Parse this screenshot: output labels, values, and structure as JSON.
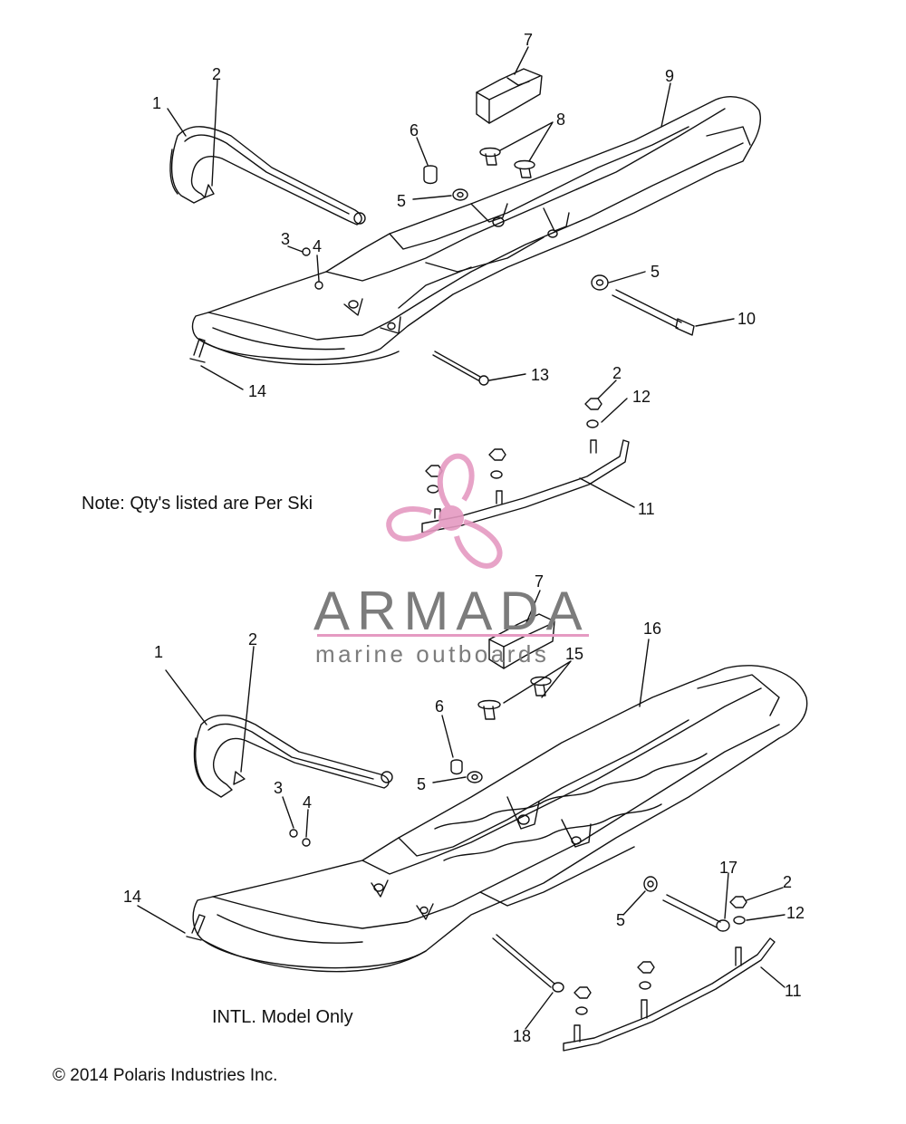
{
  "colors": {
    "line": "#111111",
    "logo_pink": "#e59ac2",
    "logo_gray": "#7c7c7c"
  },
  "notes": {
    "qty_note": "Note: Qty's listed are Per Ski",
    "intl_note": "INTL. Model Only",
    "copyright": "© 2014 Polaris Industries Inc."
  },
  "watermark": {
    "brand": "ARMADA",
    "tagline": "marine outboards"
  },
  "callouts_top": [
    "1",
    "2",
    "3",
    "4",
    "5",
    "5",
    "6",
    "7",
    "8",
    "9",
    "10",
    "11",
    "12",
    "13",
    "14",
    "2"
  ],
  "callouts_bottom": [
    "1",
    "2",
    "3",
    "4",
    "5",
    "5",
    "6",
    "7",
    "15",
    "16",
    "17",
    "2",
    "12",
    "11",
    "14",
    "18"
  ]
}
